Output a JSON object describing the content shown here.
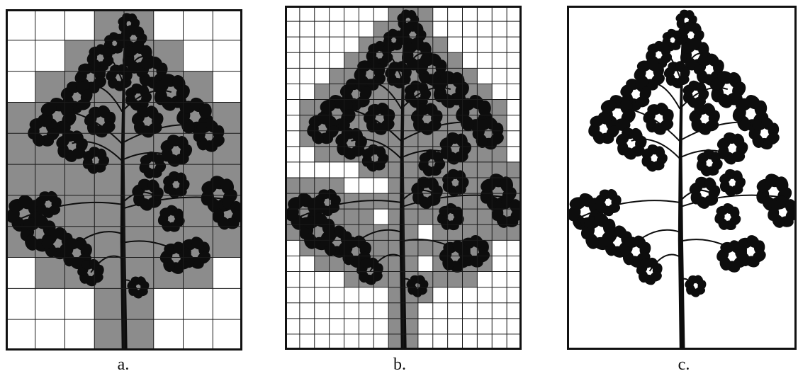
{
  "figure": {
    "panels": [
      {
        "id": "a",
        "label": "a.",
        "grid": {
          "cols": 8,
          "rows": 11
        }
      },
      {
        "id": "b",
        "label": "b.",
        "grid": {
          "cols": 16,
          "rows": 22
        }
      },
      {
        "id": "c",
        "label": "c.",
        "grid": null
      }
    ],
    "colors": {
      "frame": "#111111",
      "grid_line": "#1a1a1a",
      "shaded_cell": "#8c8c8c",
      "tree": "#0d0d0d",
      "background": "#ffffff"
    }
  }
}
